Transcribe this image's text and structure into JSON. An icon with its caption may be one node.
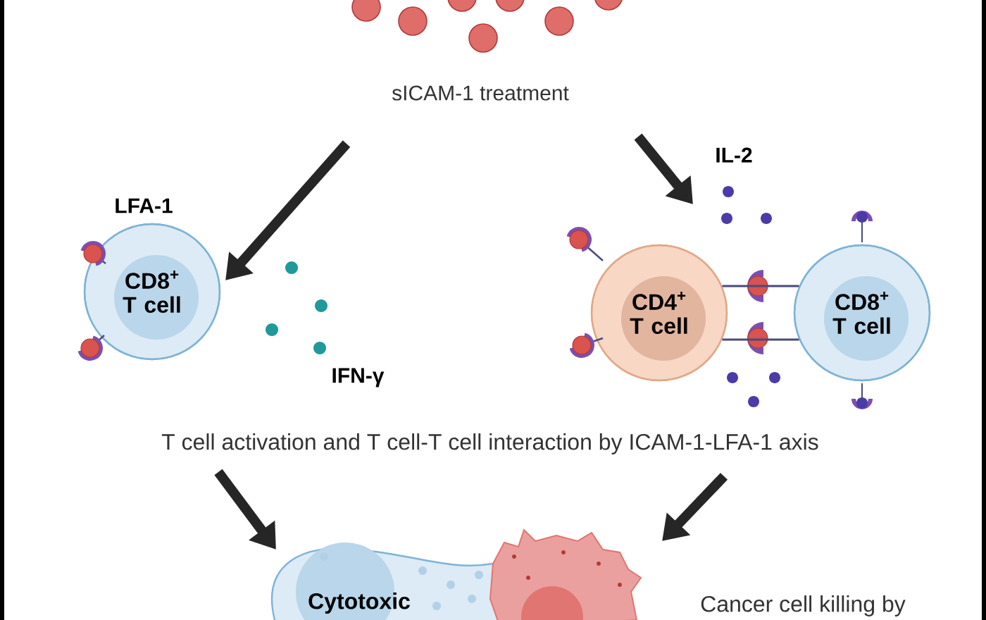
{
  "diagram": {
    "nodes": [
      {
        "text": [
          "sICAM-1 treatment"
        ]
      },
      {
        "text": [
          "CD8$^{+}$ T cell"
        ],
        "beside": [
          "LFA-1"
        ]
      },
      {
        "text": [
          "CD4$^{+}$ T cell"
        ]
      },
      {
        "text": [
          "CD8$^{+}$ T cell"
        ]
      },
      {
        "text": [
          "T cell activation and T cell-T cell interaction by ICAM-1-LFA-1 axis"
        ]
      },
      {
        "text": [
          "Cytotoxic"
        ]
      },
      {
        "text": [],
        "shape": "picture"
      }
    ],
    "edges": [
      {
        "from": 0,
        "to": 1,
        "arrow": "to"
      },
      {
        "from": 0,
        "to": 2,
        "arrow": "to"
      },
      {
        "from": 4,
        "to": 5,
        "arrow": "to"
      },
      {
        "from": 4,
        "to": 6,
        "arrow": "to"
      },
      {
        "from": 2,
        "to": 3,
        "arrow": "none",
        "color": "#4a4a7a"
      },
      {
        "from": 2,
        "to": 3,
        "arrow": "none",
        "color": "#4a4a7a"
      }
    ],
    "labels": [
      "IFN-γ",
      "IL-2",
      "Cancer cell killing by"
    ]
  }
}
